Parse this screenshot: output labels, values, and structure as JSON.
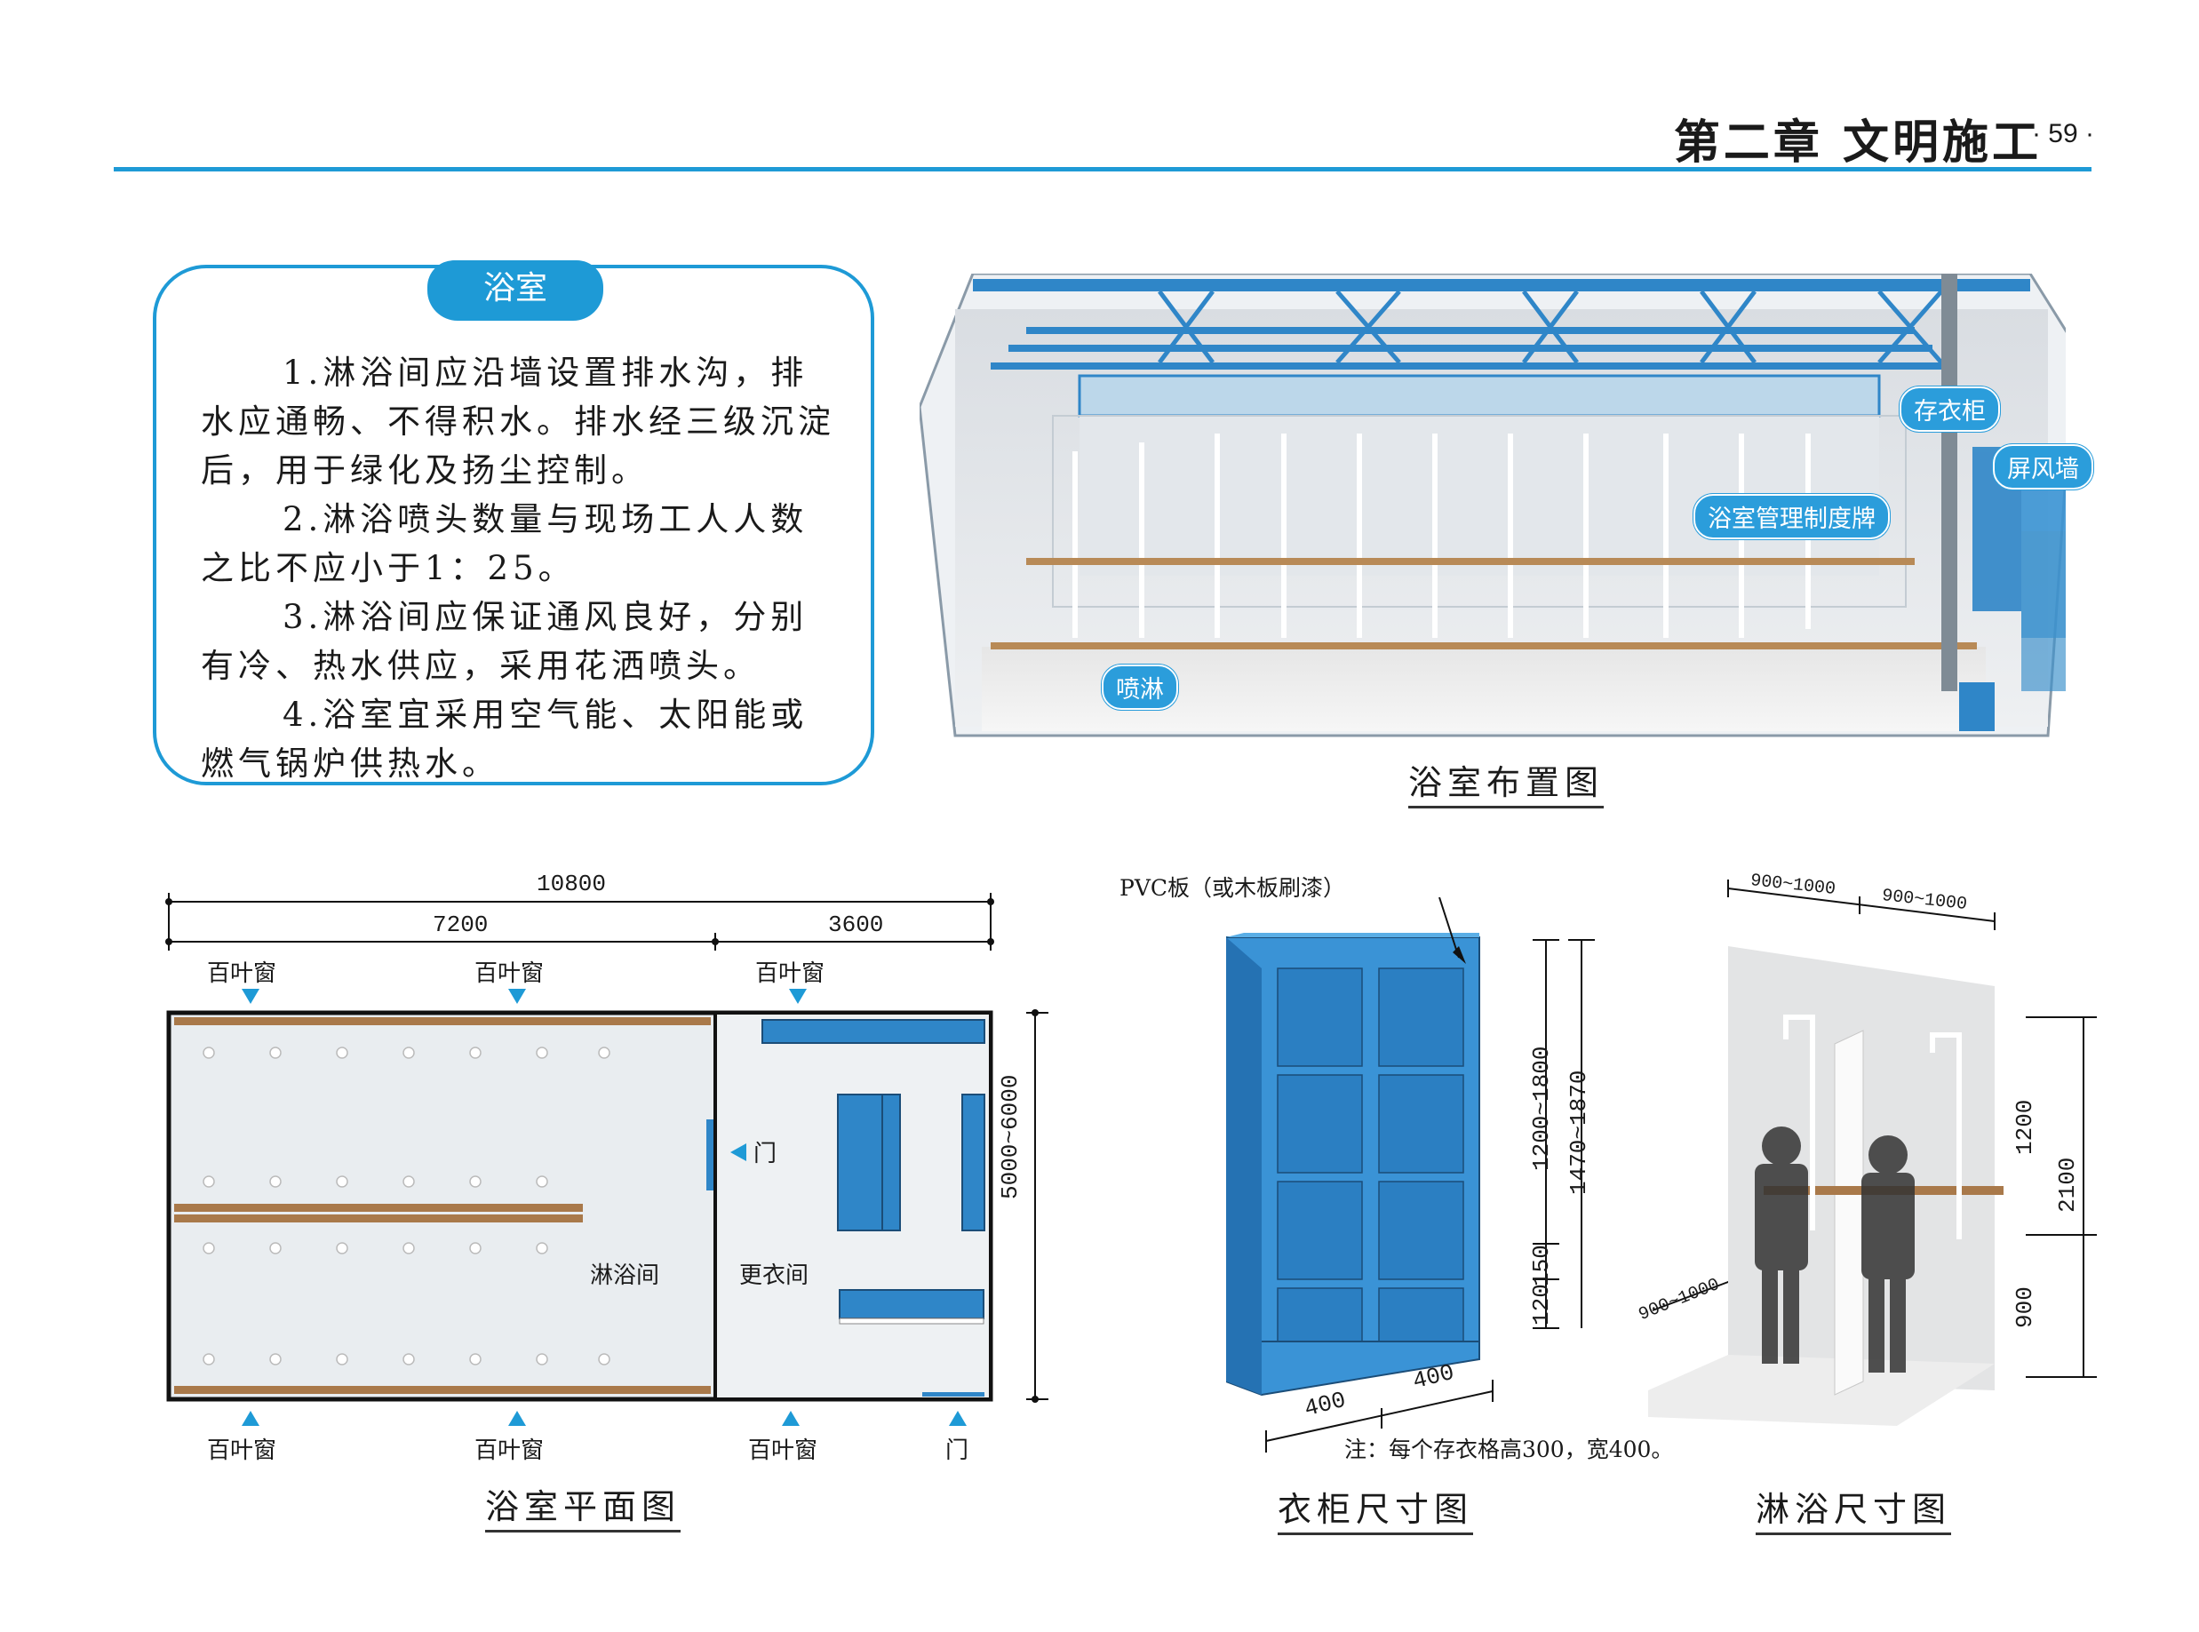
{
  "header": {
    "chapter_title": "第二章   文明施工",
    "page_number": "· 59 ·"
  },
  "text_box": {
    "tab_label": "浴室",
    "paragraphs": [
      "1.淋浴间应沿墙设置排水沟，排水应通畅、不得积水。排水经三级沉淀后，用于绿化及扬尘控制。",
      "2.淋浴喷头数量与现场工人人数之比不应小于1：25。",
      "3.淋浴间应保证通风良好，分别有冷、热水供应，采用花洒喷头。",
      "4.浴室宜采用空气能、太阳能或燃气锅炉供热水。"
    ]
  },
  "layout_figure": {
    "caption": "浴室布置图",
    "callouts": {
      "locker": "存衣柜",
      "screen_wall": "屏风墙",
      "rules_board": "浴室管理制度牌",
      "shower": "喷淋"
    }
  },
  "plan_figure": {
    "caption": "浴室平面图",
    "dims": {
      "total": "10800",
      "left": "7200",
      "right": "3600",
      "depth": "5000~6000"
    },
    "louver": "百叶窗",
    "door": "门",
    "rooms": {
      "shower_room": "淋浴间",
      "changing_room": "更衣间"
    }
  },
  "cabinet_figure": {
    "caption": "衣柜尺寸图",
    "material_label": "PVC板（或木板刷漆）",
    "dims": {
      "h1": "1200~1800",
      "h2": "1470~1870",
      "h3": "150",
      "h4": "120",
      "w1": "400",
      "w2": "400"
    },
    "note": "注：每个存衣格高300，宽400。"
  },
  "shower_figure": {
    "caption": "淋浴尺寸图",
    "dims": {
      "w1": "900~1000",
      "w2": "900~1000",
      "w3": "900~1000",
      "h1": "1200",
      "h2": "2100",
      "h3": "900"
    }
  },
  "colors": {
    "accent": "#1e9ad6",
    "cabinet_blue": "#2f86c8"
  }
}
